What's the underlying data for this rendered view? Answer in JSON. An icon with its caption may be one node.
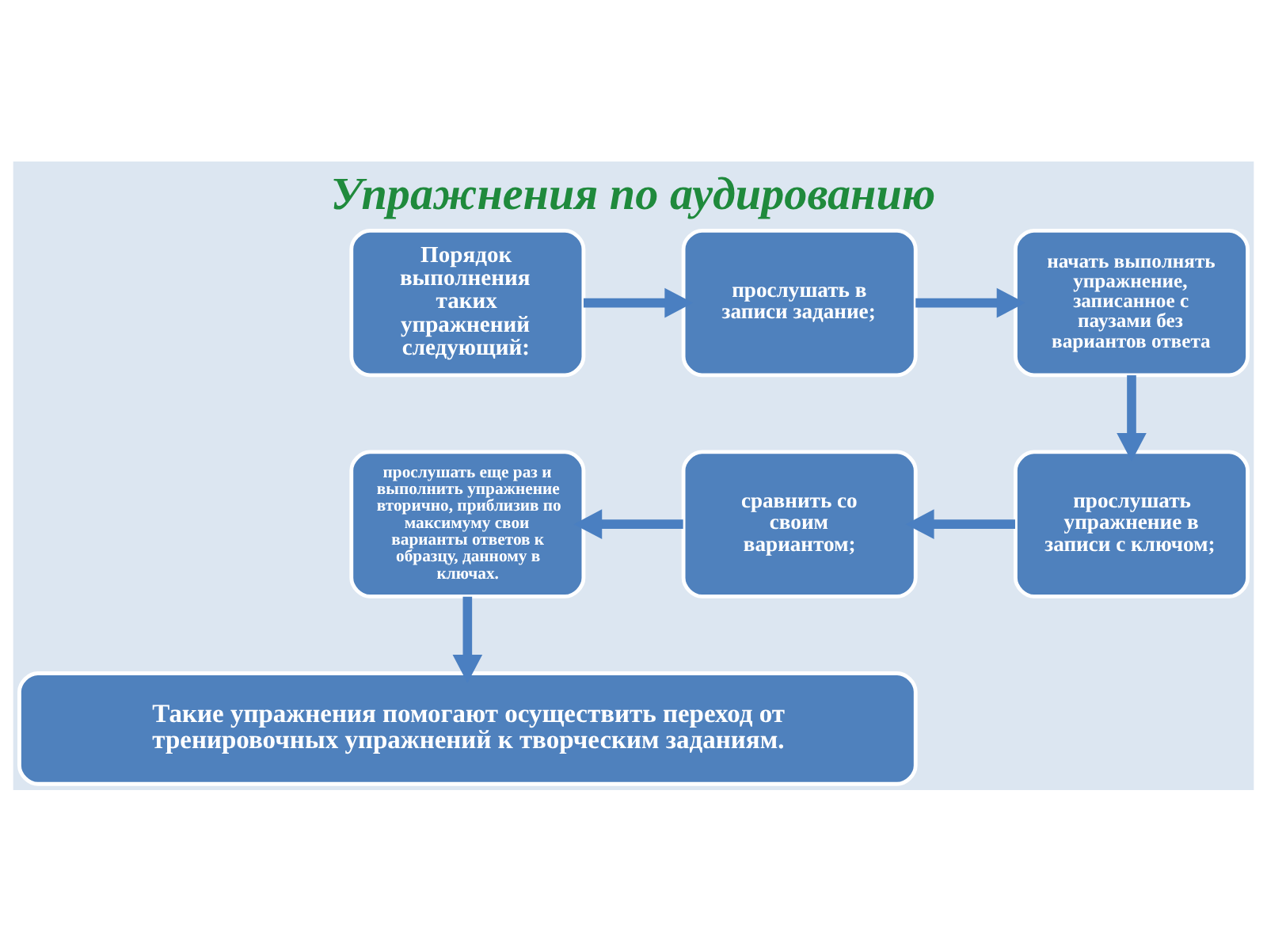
{
  "diagram": {
    "title": "Упражнения по аудированию",
    "nodes": [
      {
        "text": [
          "Порядок выполнения таких упражнений следующий:"
        ]
      },
      {
        "text": [
          "прослушать в записи задание;"
        ]
      },
      {
        "text": [
          "начать выполнять упражнение, записанное с паузами без вариантов ответа"
        ]
      },
      {
        "text": [
          "прослушать упражнение в записи с ключом;"
        ]
      },
      {
        "text": [
          "сравнить со своим вариантом;"
        ]
      },
      {
        "text": [
          "прослушать еще раз и выполнить упражнение вторично, приблизив по максимуму свои варианты ответов к образцу, данному в ключах."
        ]
      },
      {
        "text": [
          "Такие упражнения помогают осуществить переход от тренировочных упражнений к творческим заданиям."
        ]
      }
    ],
    "edges": [
      {
        "from": 0,
        "to": 1,
        "arrow": "to"
      },
      {
        "from": 1,
        "to": 2,
        "arrow": "to"
      },
      {
        "from": 2,
        "to": 3,
        "arrow": "to"
      },
      {
        "from": 3,
        "to": 4,
        "arrow": "to"
      },
      {
        "from": 4,
        "to": 5,
        "arrow": "to"
      },
      {
        "from": 5,
        "to": 6,
        "arrow": "to"
      }
    ]
  }
}
